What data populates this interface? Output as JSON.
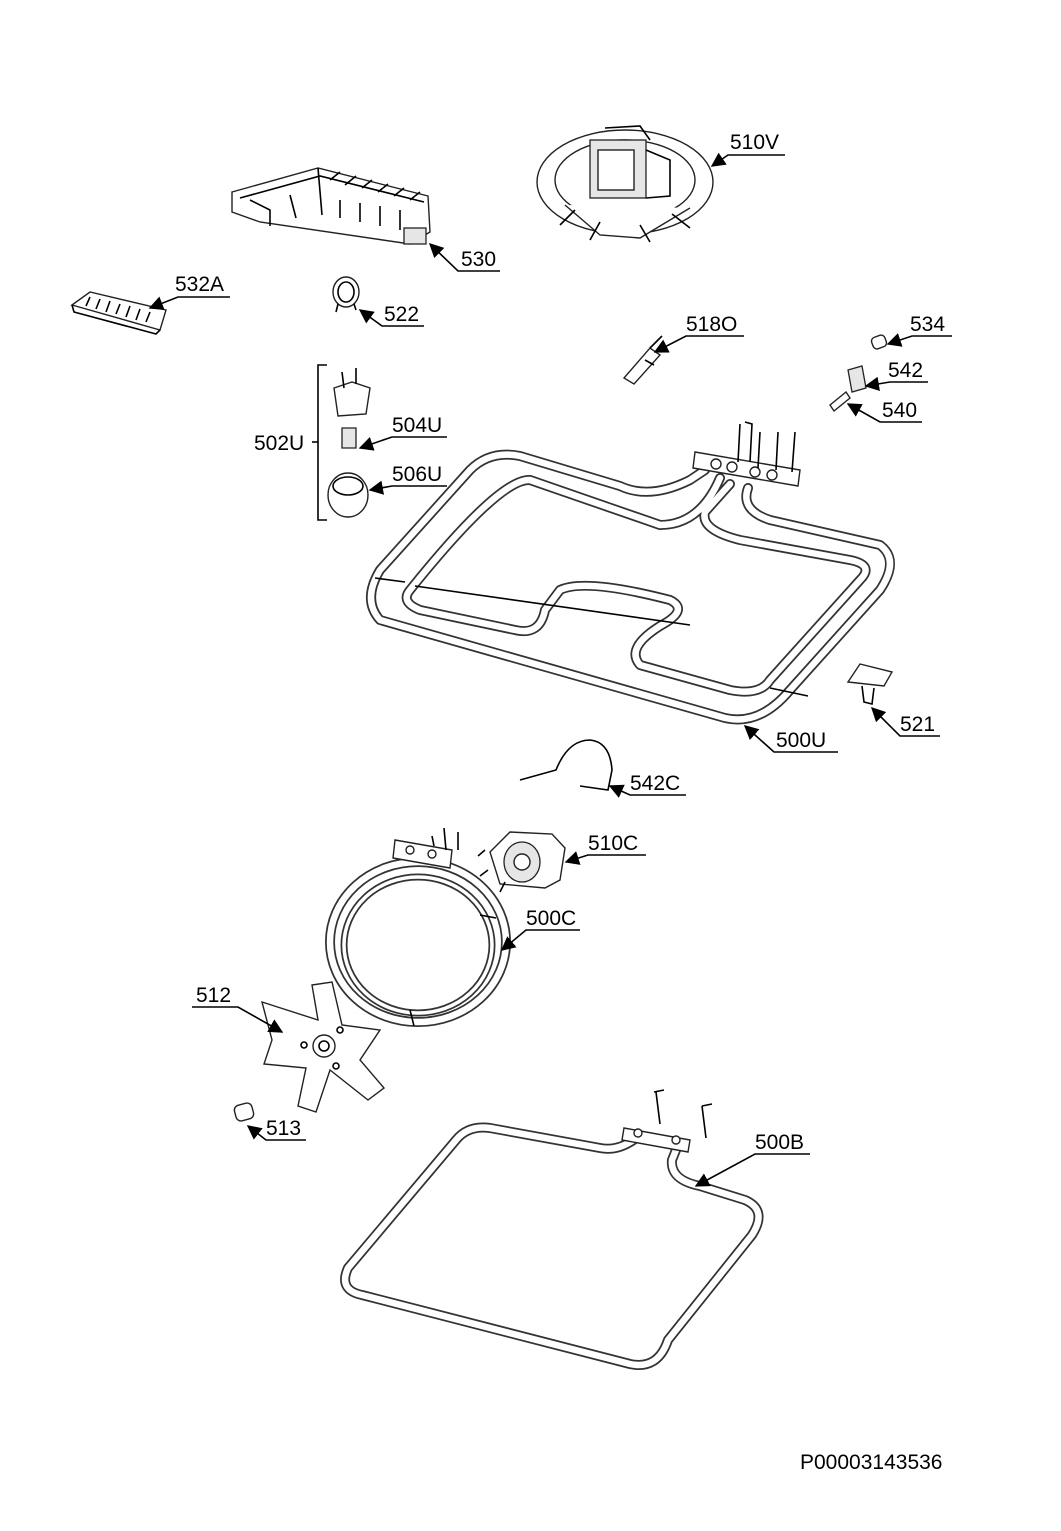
{
  "labels": {
    "l510V": "510V",
    "l530": "530",
    "l532A": "532A",
    "l522": "522",
    "l518O": "518O",
    "l534": "534",
    "l542": "542",
    "l540": "540",
    "l502U": "502U",
    "l504U": "504U",
    "l506U": "506U",
    "l521": "521",
    "l500U": "500U",
    "l542C": "542C",
    "l510C": "510C",
    "l500C": "500C",
    "l512": "512",
    "l513": "513",
    "l500B": "500B"
  },
  "doc_code": "P00003143536"
}
